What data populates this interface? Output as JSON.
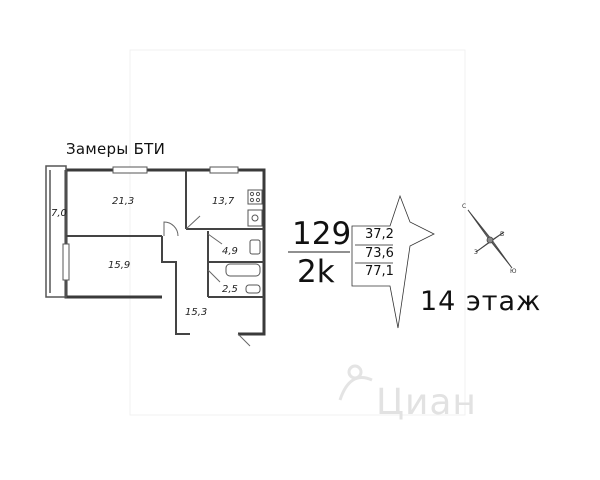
{
  "title": "Замеры БТИ",
  "rooms": [
    {
      "id": "loggia",
      "area": "7,0"
    },
    {
      "id": "room-1",
      "area": "21,3"
    },
    {
      "id": "kitchen",
      "area": "13,7"
    },
    {
      "id": "room-2",
      "area": "15,9"
    },
    {
      "id": "bathroom",
      "area": "4,9"
    },
    {
      "id": "wc",
      "area": "2,5"
    },
    {
      "id": "hall",
      "area": "15,3"
    }
  ],
  "apartment": {
    "number": "129",
    "type": "2k",
    "living_area": "37,2",
    "total_area": "73,6",
    "total_with_balcony": "77,1"
  },
  "floor_label": "14 этаж",
  "compass": {
    "north": "С",
    "east": "В",
    "west": "З",
    "south": "Ю"
  },
  "watermark": "Циан"
}
